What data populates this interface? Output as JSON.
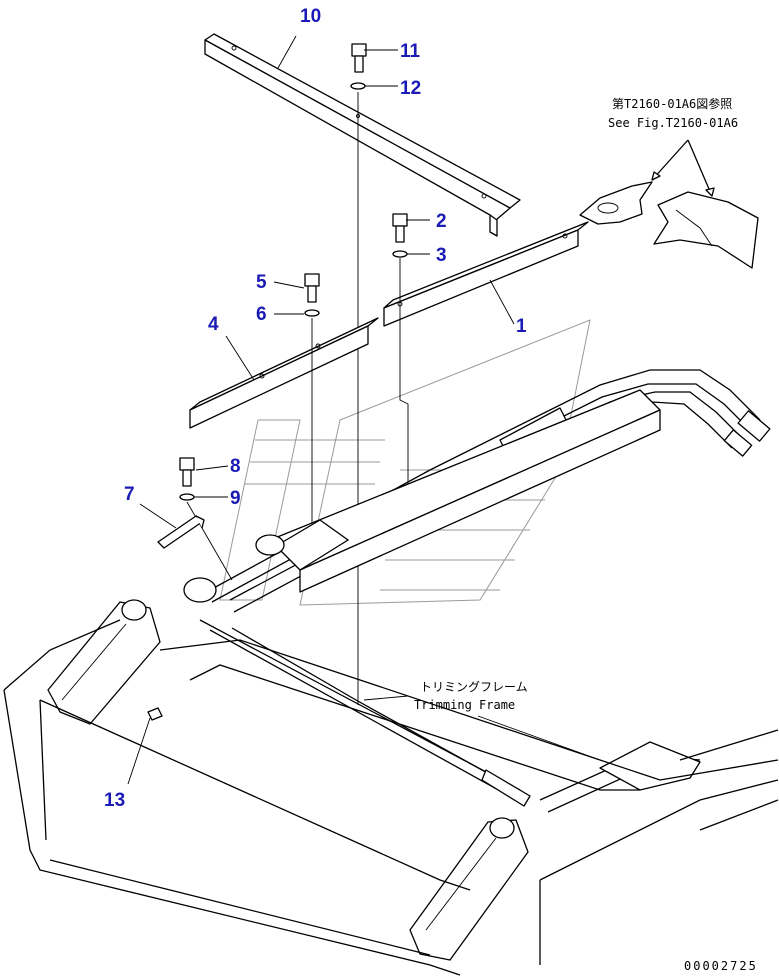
{
  "callouts": {
    "c1": "1",
    "c2": "2",
    "c3": "3",
    "c4": "4",
    "c5": "5",
    "c6": "6",
    "c7": "7",
    "c8": "8",
    "c9": "9",
    "c10": "10",
    "c11": "11",
    "c12": "12",
    "c13": "13"
  },
  "notes": {
    "ref_jp": "第T2160-01A6図参照",
    "ref_en": "See Fig.T2160-01A6",
    "frame_jp": "トリミングフレーム",
    "frame_en": "Trimming Frame"
  },
  "drawing_number": "00002725",
  "colors": {
    "callout": "#1a1ab4",
    "lines": "#000000",
    "watermark": "#9a9a9a"
  }
}
